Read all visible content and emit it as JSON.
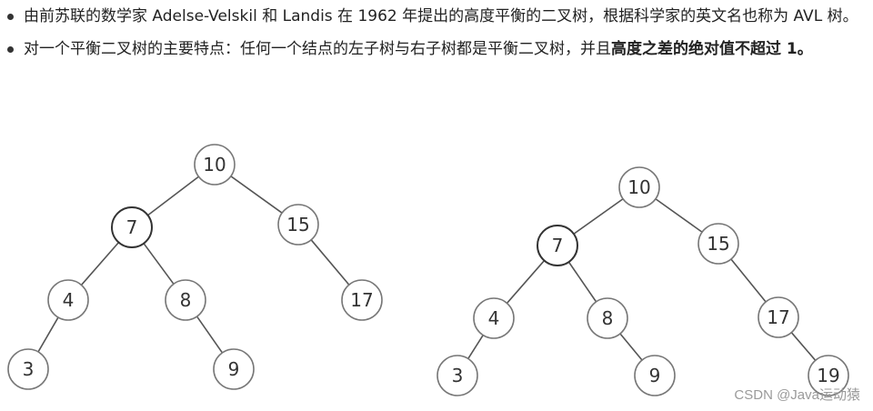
{
  "bullets": [
    {
      "text": "由前苏联的数学家 Adelse-Velskil 和 Landis 在 1962 年提出的高度平衡的二叉树，根据科学家的英文名也称为 AVL 树。"
    },
    {
      "text": "对一个平衡二叉树的主要特点：任何一个结点的左子树与右子树都是平衡二叉树，并且",
      "bold": "高度之差的绝对值不超过 1。"
    }
  ],
  "trees": [
    {
      "nodes": [
        {
          "id": "n10",
          "label": "10"
        },
        {
          "id": "n7",
          "label": "7"
        },
        {
          "id": "n15",
          "label": "15"
        },
        {
          "id": "n4",
          "label": "4"
        },
        {
          "id": "n8",
          "label": "8"
        },
        {
          "id": "n17",
          "label": "17"
        },
        {
          "id": "n3",
          "label": "3"
        },
        {
          "id": "n9",
          "label": "9"
        }
      ],
      "edges": [
        [
          "n10",
          "n7"
        ],
        [
          "n10",
          "n15"
        ],
        [
          "n7",
          "n4"
        ],
        [
          "n7",
          "n8"
        ],
        [
          "n15",
          "n17"
        ],
        [
          "n4",
          "n3"
        ],
        [
          "n8",
          "n9"
        ]
      ]
    },
    {
      "nodes": [
        {
          "id": "n10",
          "label": "10"
        },
        {
          "id": "n7",
          "label": "7"
        },
        {
          "id": "n15",
          "label": "15"
        },
        {
          "id": "n4",
          "label": "4"
        },
        {
          "id": "n8",
          "label": "8"
        },
        {
          "id": "n17",
          "label": "17"
        },
        {
          "id": "n3",
          "label": "3"
        },
        {
          "id": "n9",
          "label": "9"
        },
        {
          "id": "n19",
          "label": "19"
        }
      ],
      "edges": [
        [
          "n10",
          "n7"
        ],
        [
          "n10",
          "n15"
        ],
        [
          "n7",
          "n4"
        ],
        [
          "n7",
          "n8"
        ],
        [
          "n15",
          "n17"
        ],
        [
          "n4",
          "n3"
        ],
        [
          "n8",
          "n9"
        ],
        [
          "n17",
          "n19"
        ]
      ]
    }
  ],
  "watermark": "CSDN @Java运动猿"
}
